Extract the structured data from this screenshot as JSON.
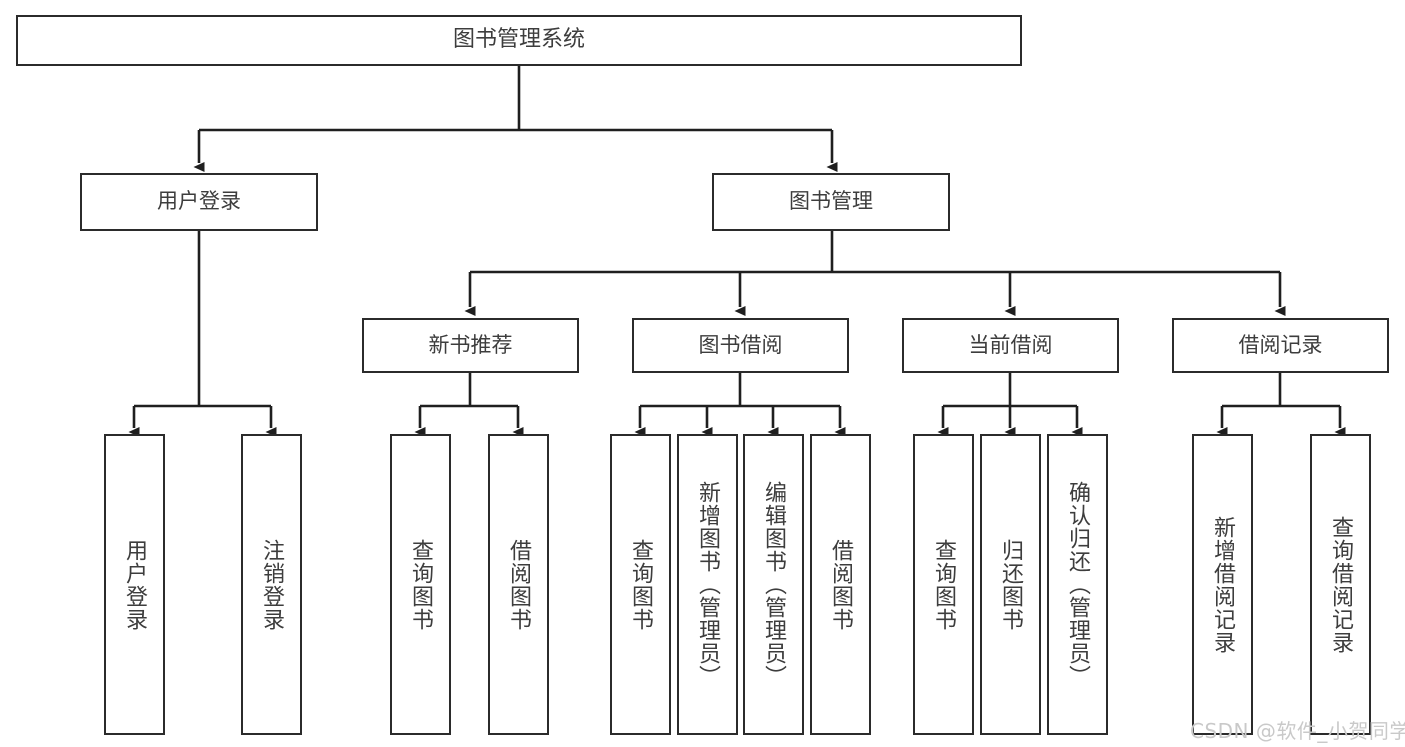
{
  "diagram": {
    "type": "tree-hierarchy",
    "title": "图书管理系统",
    "watermark": "CSDN @软件_小贺同学",
    "colors": {
      "box_border": "#2b2b2b",
      "box_fill": "#ffffff",
      "edge": "#1f1f1f",
      "text": "#3d3d3d",
      "watermark": "#c9c9c9",
      "background": "#ffffff"
    },
    "nodes": {
      "root": {
        "label": "图书管理系统"
      },
      "level2": [
        {
          "id": "user-login",
          "label": "用户登录"
        },
        {
          "id": "book-manage",
          "label": "图书管理"
        }
      ],
      "level3": [
        {
          "id": "new-book-recommend",
          "label": "新书推荐"
        },
        {
          "id": "book-borrow",
          "label": "图书借阅"
        },
        {
          "id": "current-borrow",
          "label": "当前借阅"
        },
        {
          "id": "borrow-record",
          "label": "借阅记录"
        }
      ],
      "leaves": [
        {
          "id": "leaf-user-login",
          "label": "用户登录",
          "parent": "user-login"
        },
        {
          "id": "leaf-user-logout",
          "label": "注销登录",
          "parent": "user-login"
        },
        {
          "id": "leaf-query-book-1",
          "label": "查询图书",
          "parent": "new-book-recommend"
        },
        {
          "id": "leaf-borrow-book-1",
          "label": "借阅图书",
          "parent": "new-book-recommend"
        },
        {
          "id": "leaf-query-book-2",
          "label": "查询图书",
          "parent": "book-borrow"
        },
        {
          "id": "leaf-add-book",
          "label": "新增图书（管理员）",
          "parent": "book-borrow"
        },
        {
          "id": "leaf-edit-book",
          "label": "编辑图书（管理员）",
          "parent": "book-borrow"
        },
        {
          "id": "leaf-borrow-book-2",
          "label": "借阅图书",
          "parent": "book-borrow"
        },
        {
          "id": "leaf-query-book-3",
          "label": "查询图书",
          "parent": "current-borrow"
        },
        {
          "id": "leaf-return-book",
          "label": "归还图书",
          "parent": "current-borrow"
        },
        {
          "id": "leaf-confirm-return",
          "label": "确认归还（管理员）",
          "parent": "current-borrow"
        },
        {
          "id": "leaf-add-record",
          "label": "新增借阅记录",
          "parent": "borrow-record"
        },
        {
          "id": "leaf-query-record",
          "label": "查询借阅记录",
          "parent": "borrow-record"
        }
      ]
    }
  }
}
